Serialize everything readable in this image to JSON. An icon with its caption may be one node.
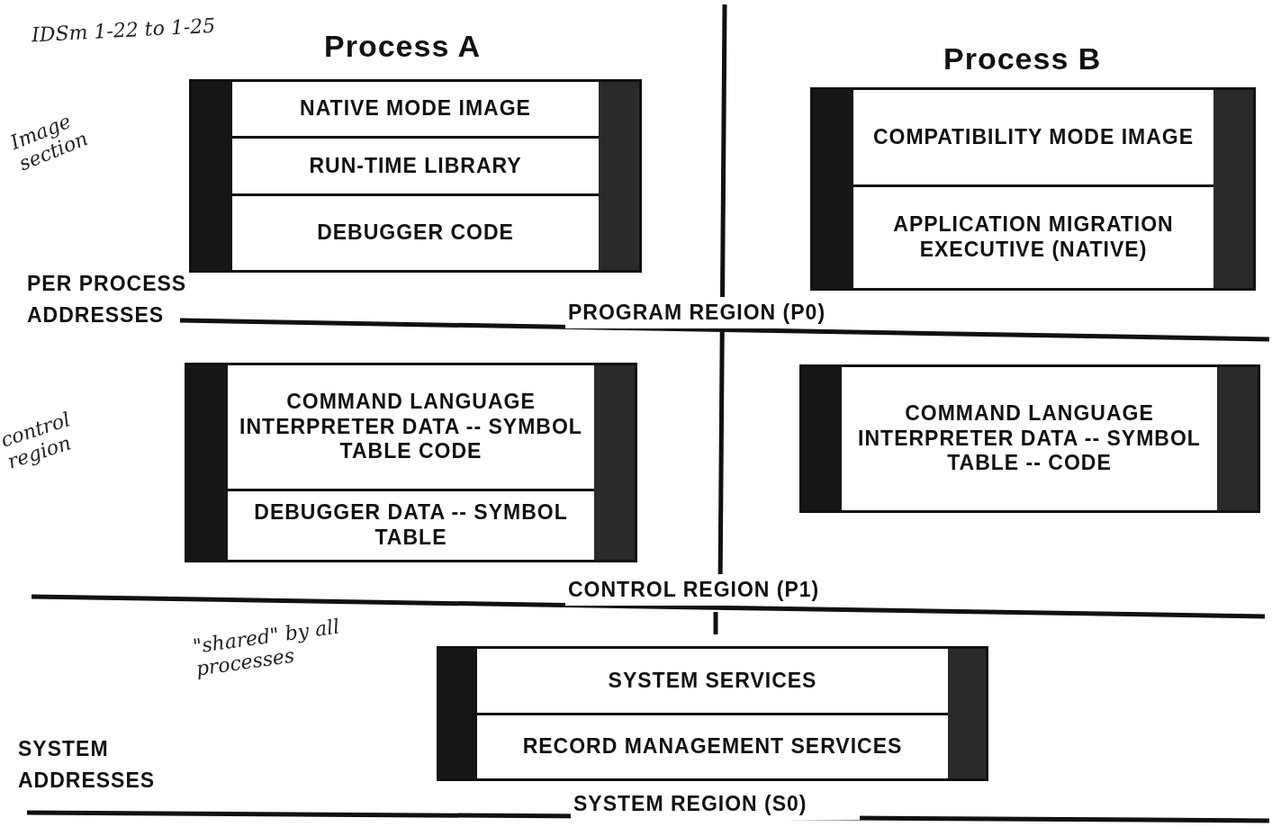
{
  "diagram": {
    "nodes": [
      {
        "text": [],
        "shape": "box"
      },
      {
        "text": [
          "NATIVE MODE IMAGE"
        ],
        "in": 0
      },
      {
        "text": [
          "RUN-TIME LIBRARY"
        ],
        "in": 0
      },
      {
        "text": [
          "DEBUGGER CODE"
        ],
        "in": 0
      },
      {
        "text": [],
        "shape": "box"
      },
      {
        "text": [
          "COMPATIBILITY MODE IMAGE"
        ],
        "in": 4
      },
      {
        "text": [
          "APPLICATION MIGRATION EXECUTIVE (NATIVE)"
        ],
        "in": 4
      },
      {
        "text": [],
        "shape": "box"
      },
      {
        "text": [
          "COMMAND LANGUAGE INTERPRETER DATA -- SYMBOL TABLE CODE"
        ],
        "in": 7
      },
      {
        "text": [
          "DEBUGGER DATA -- SYMBOL TABLE"
        ],
        "in": 7
      },
      {
        "text": [],
        "shape": "box"
      },
      {
        "text": [
          "COMMAND LANGUAGE INTERPRETER DATA -- SYMBOL TABLE -- CODE"
        ],
        "in": 10
      },
      {
        "text": [],
        "shape": "box"
      },
      {
        "text": [
          "SYSTEM SERVICES"
        ],
        "in": 12
      },
      {
        "text": [
          "RECORD MANAGEMENT SERVICES"
        ],
        "in": 12
      }
    ],
    "edges": [],
    "labels": [
      "IDSm 1-22 to 1-25",
      "Process A",
      "Process B",
      "Image section",
      "PER PROCESS ADDRESSES",
      "PROGRAM REGION (P0)",
      "control region",
      "CONTROL REGION (P1)",
      "\"shared\" by all processes",
      "SYSTEM ADDRESSES",
      "SYSTEM REGION (S0)"
    ]
  }
}
